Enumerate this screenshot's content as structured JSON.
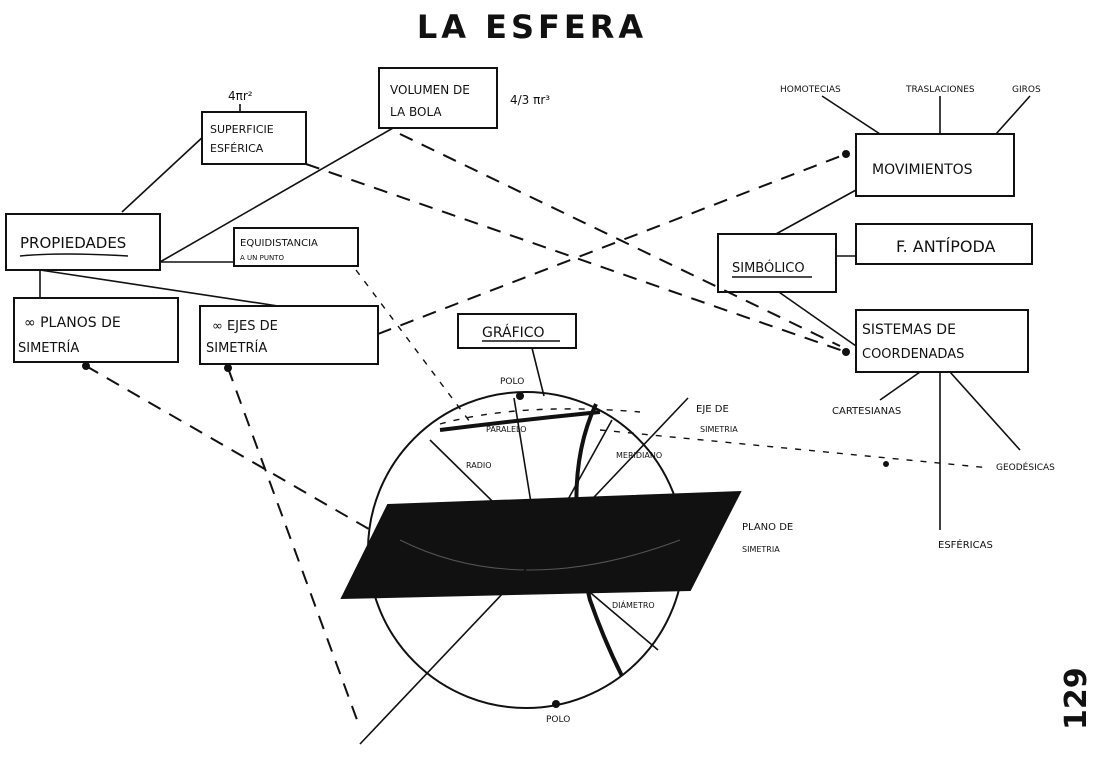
{
  "title": "LA ESFERA",
  "propiedades": {
    "label": "PROPIEDADES",
    "superficie_formula": "4πr²",
    "superficie": [
      "SUPERFICIE",
      "ESFÉRICA"
    ],
    "volumen": [
      "VOLUMEN DE",
      "LA BOLA"
    ],
    "volumen_formula": "4/3 πr³",
    "equidistancia": [
      "EQUIDISTANCIA",
      "A UN PUNTO"
    ],
    "planos": [
      "∞ PLANOS DE",
      "SIMETRÍA"
    ],
    "ejes": [
      "∞ EJES DE",
      "SIMETRÍA"
    ]
  },
  "grafico": {
    "label": "GRÁFICO",
    "polo_top": "POLO",
    "polo_bottom": "POLO",
    "paralelo": "PARALELO",
    "radio": "RADIO",
    "meridiano": "MERIDIANO",
    "diametro": "DIÁMETRO",
    "eje_simetria": [
      "EJE DE",
      "SIMETRIA"
    ],
    "plano_simetria": [
      "PLANO DE",
      "SIMETRIA"
    ]
  },
  "simbolico": {
    "label": "SIMBÓLICO",
    "movimientos": "MOVIMIENTOS",
    "homotecias": "HOMOTECIAS",
    "traslaciones": "TRASLACIONES",
    "giros": "GIROS",
    "antipoda": "F. ANTÍPODA",
    "sistemas": [
      "SISTEMAS DE",
      "COORDENADAS"
    ],
    "cartesianas": "CARTESIANAS",
    "geodesicas": "GEODÉSICAS",
    "esfericas": "ESFÉRICAS"
  },
  "page_number": "129"
}
